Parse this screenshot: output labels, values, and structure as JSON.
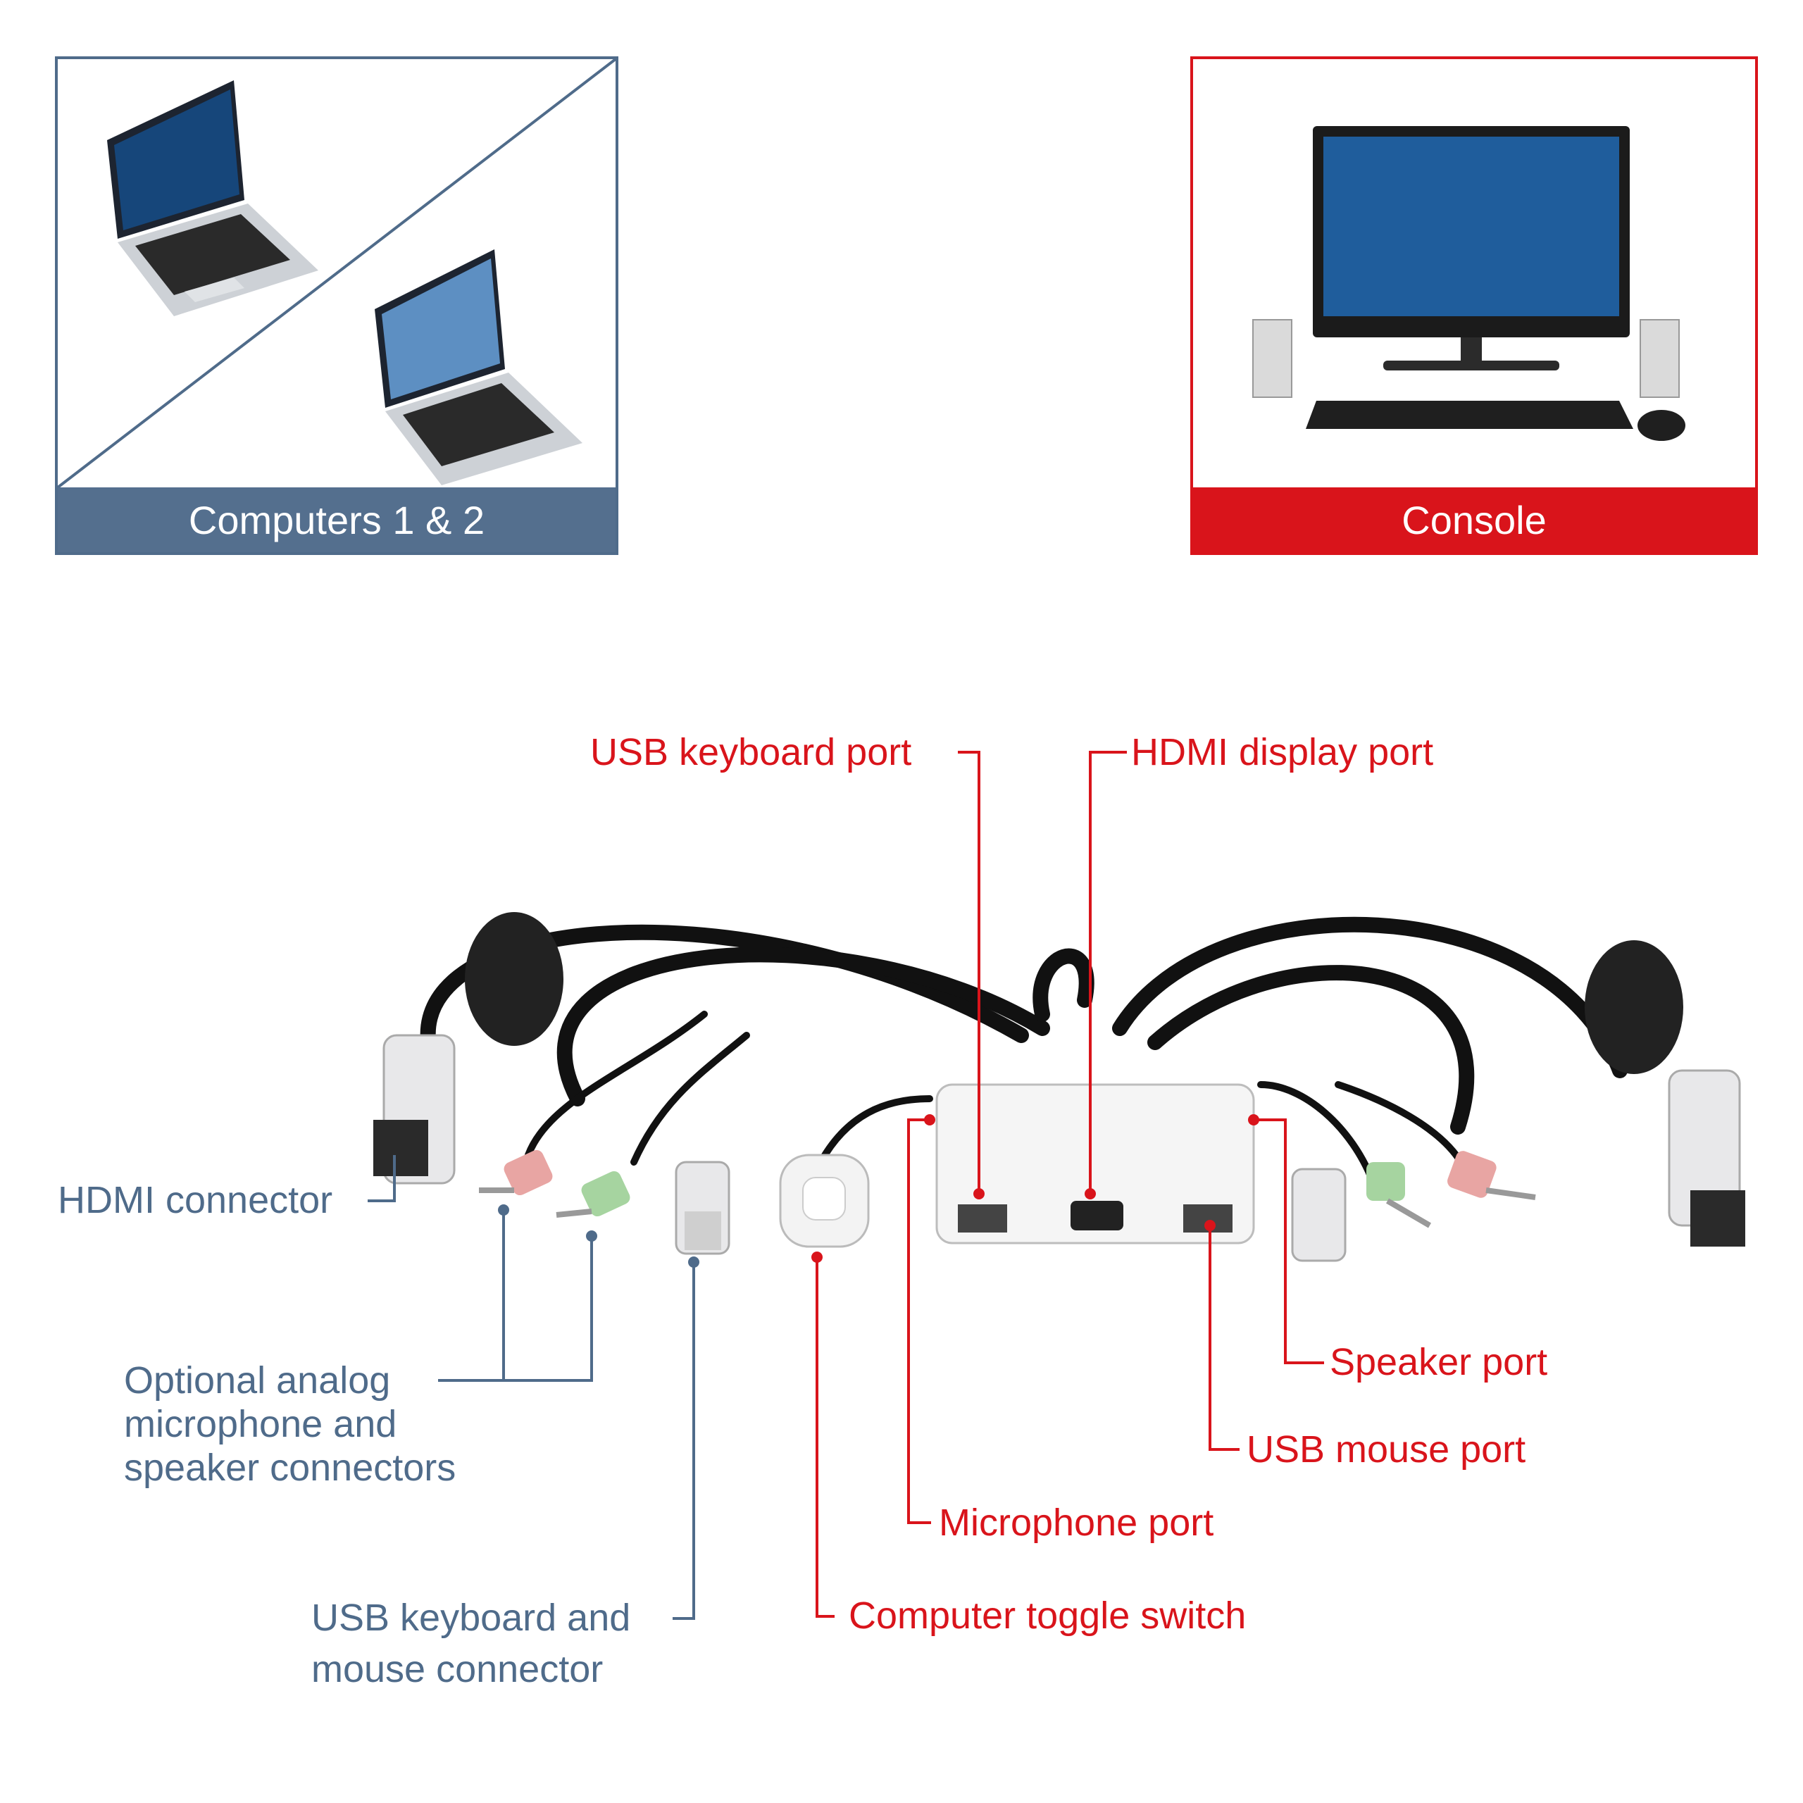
{
  "panels": {
    "computers": {
      "caption": "Computers 1 & 2"
    },
    "console": {
      "caption": "Console"
    }
  },
  "labels": {
    "usb_keyboard_port": "USB keyboard port",
    "hdmi_display_port": "HDMI display port",
    "hdmi_connector": "HDMI connector",
    "analog_connectors": [
      "Optional analog",
      "microphone and",
      "speaker connectors"
    ],
    "speaker_port": "Speaker port",
    "usb_mouse_port": "USB mouse port",
    "microphone_port": "Microphone port",
    "usb_kb_mouse_connector": [
      "USB keyboard and",
      "mouse connector"
    ],
    "computer_toggle_switch": "Computer toggle switch"
  },
  "colors": {
    "accent_red": "#d9141b",
    "accent_blue": "#4f6b8a"
  }
}
